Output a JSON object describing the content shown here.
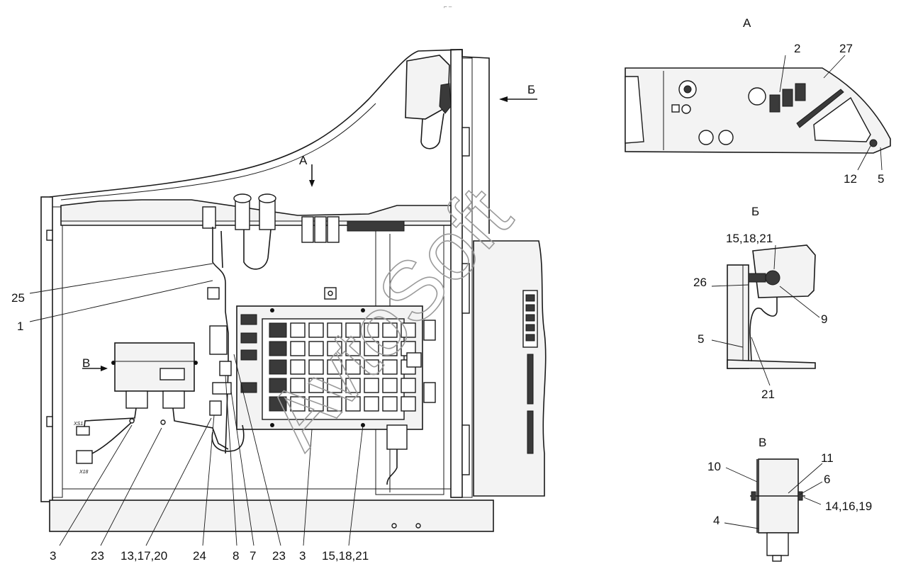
{
  "top_mark": "⌐ ‒",
  "watermark": "AvtoSoft",
  "views": {
    "a_title": "А",
    "b_title": "Б",
    "v_title": "В",
    "arrow_a": "А",
    "arrow_b": "Б",
    "arrow_v": "В"
  },
  "connectors": {
    "xs1": "XS1",
    "x18": "X18"
  },
  "main_callouts": {
    "c25": "25",
    "c1": "1",
    "c3a": "3",
    "c23a": "23",
    "c13": "13,17,20",
    "c24": "24",
    "c8": "8",
    "c7": "7",
    "c23b": "23",
    "c3b": "3",
    "c15": "15,18,21"
  },
  "view_a_callouts": {
    "c2": "2",
    "c27": "27",
    "c12": "12",
    "c5": "5"
  },
  "view_b_callouts": {
    "c15": "15,18,21",
    "c26": "26",
    "c9": "9",
    "c5": "5",
    "c21": "21"
  },
  "view_v_callouts": {
    "c10": "10",
    "c11": "11",
    "c6": "6",
    "c14": "14,16,19",
    "c4": "4"
  }
}
